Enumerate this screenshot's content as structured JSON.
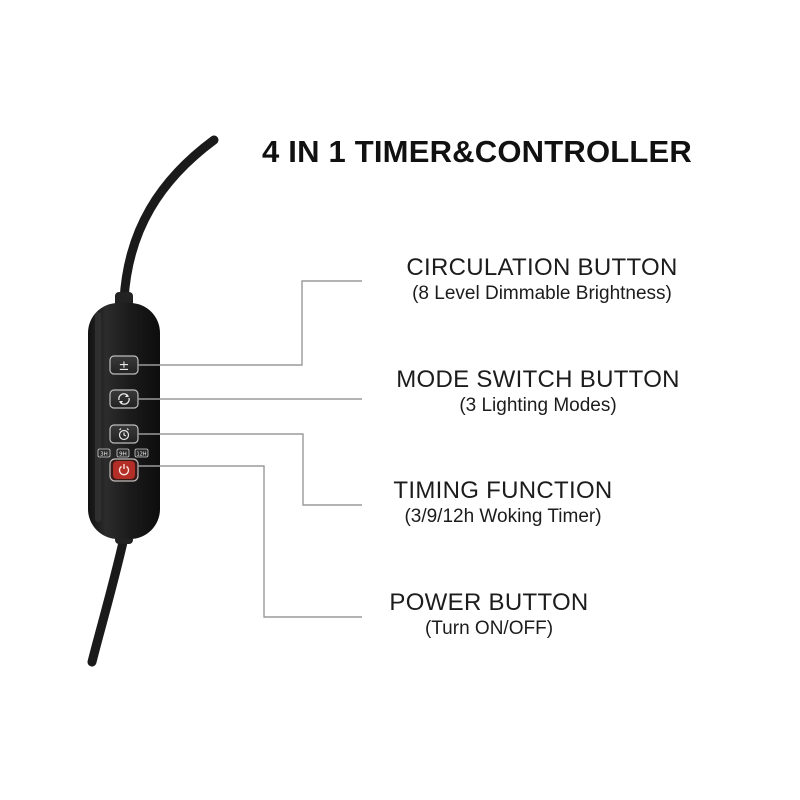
{
  "title": "4 IN 1 TIMER&CONTROLLER",
  "callouts": [
    {
      "name": "CIRCULATION BUTTON",
      "desc": "(8 Level Dimmable Brightness)"
    },
    {
      "name": "MODE SWITCH BUTTON",
      "desc": "(3 Lighting Modes)"
    },
    {
      "name": "TIMING FUNCTION",
      "desc": "(3/9/12h Woking Timer)"
    },
    {
      "name": "POWER BUTTON",
      "desc": "(Turn ON/OFF)"
    }
  ],
  "controller": {
    "buttons": [
      {
        "icon": "plus-minus-icon",
        "glyph": "±"
      },
      {
        "icon": "cycle-arrows-icon"
      },
      {
        "icon": "alarm-clock-icon"
      },
      {
        "icon": "power-icon"
      }
    ],
    "timer_indicators": [
      "3H",
      "9H",
      "12H"
    ]
  },
  "colors": {
    "text": "#1c1c1c",
    "leader_line": "#9a9a9a",
    "controller_body": "#1b1b1b",
    "power_button": "#c8322a"
  }
}
